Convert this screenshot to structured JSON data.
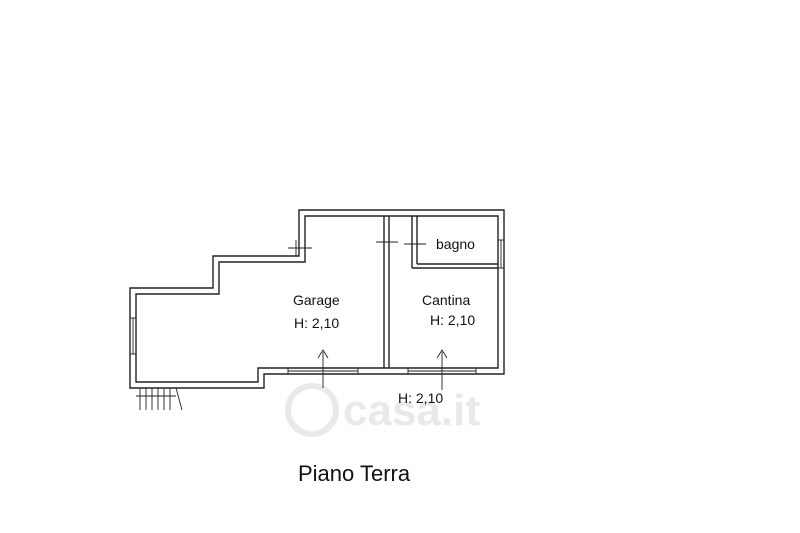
{
  "watermark": {
    "text": "casa.it"
  },
  "rooms": {
    "garage": {
      "name": "Garage",
      "height": "H: 2,10"
    },
    "cantina": {
      "name": "Cantina",
      "height": "H: 2,10"
    },
    "bagno": {
      "name": "bagno"
    },
    "outside": {
      "height": "H: 2,10"
    }
  },
  "floor_title": "Piano Terra"
}
